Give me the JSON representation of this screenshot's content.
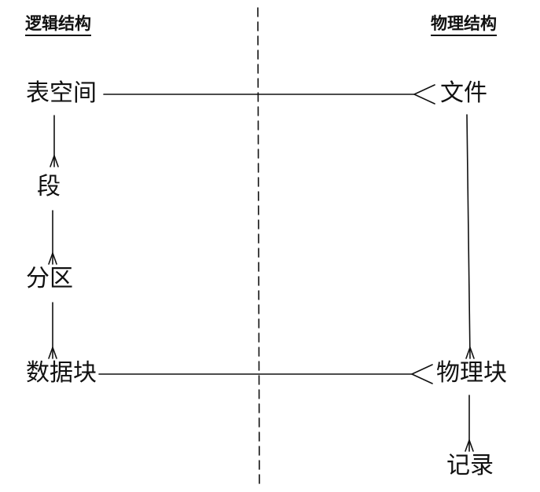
{
  "headings": {
    "logical": "逻辑结构",
    "physical": "物理结构"
  },
  "nodes": {
    "tablespace": "表空间",
    "segment": "段",
    "extent": "分区",
    "datablock": "数据块",
    "file": "文件",
    "os_block": "物理块",
    "record": "记录"
  }
}
